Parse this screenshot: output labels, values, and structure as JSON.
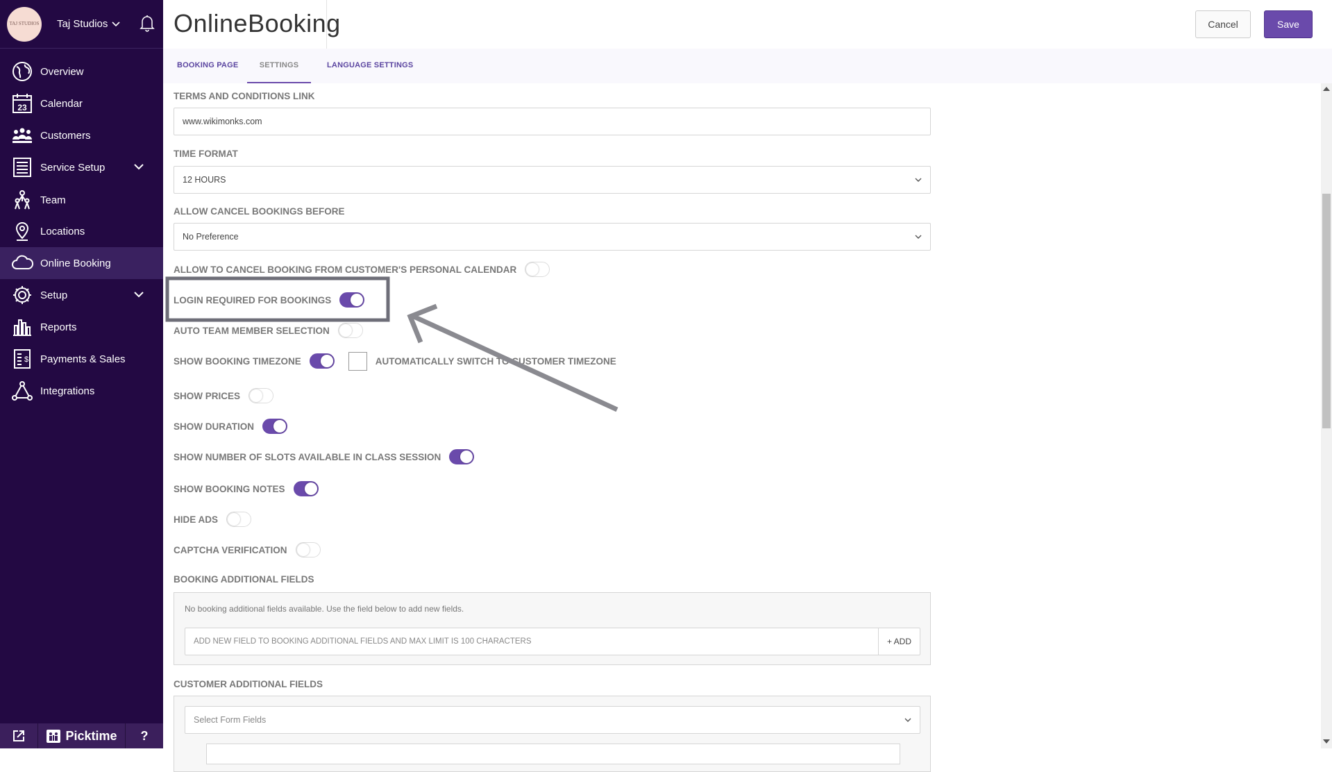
{
  "sidebar": {
    "studio_name": "Taj Studios",
    "logo_text": "TAJ STUDIOS",
    "items": [
      {
        "label": "Overview",
        "icon": "globe-icon"
      },
      {
        "label": "Calendar",
        "icon": "calendar-icon",
        "icon_text": "23"
      },
      {
        "label": "Customers",
        "icon": "customers-icon"
      },
      {
        "label": "Service Setup",
        "icon": "list-icon",
        "expandable": true
      },
      {
        "label": "Team",
        "icon": "team-icon"
      },
      {
        "label": "Locations",
        "icon": "location-pin-icon"
      },
      {
        "label": "Online Booking",
        "icon": "cloud-icon",
        "active": true
      },
      {
        "label": "Setup",
        "icon": "gear-icon",
        "expandable": true
      },
      {
        "label": "Reports",
        "icon": "bar-chart-icon"
      },
      {
        "label": "Payments & Sales",
        "icon": "receipt-icon"
      },
      {
        "label": "Integrations",
        "icon": "integrations-icon"
      }
    ],
    "bottom": {
      "brand": "Picktime",
      "help": "?"
    }
  },
  "header": {
    "title": "OnlineBooking",
    "cancel_label": "Cancel",
    "save_label": "Save"
  },
  "tabs": [
    {
      "label": "BOOKING PAGE"
    },
    {
      "label": "SETTINGS",
      "active": true
    },
    {
      "label": "LANGUAGE SETTINGS"
    }
  ],
  "form": {
    "terms_label": "TERMS AND CONDITIONS LINK",
    "terms_value": "www.wikimonks.com",
    "time_format_label": "TIME FORMAT",
    "time_format_value": "12 HOURS",
    "cancel_before_label": "ALLOW CANCEL BOOKINGS BEFORE",
    "cancel_before_value": "No Preference",
    "toggles": [
      {
        "label": "ALLOW TO CANCEL BOOKING FROM CUSTOMER'S PERSONAL CALENDAR",
        "on": false
      },
      {
        "label": "LOGIN REQUIRED FOR BOOKINGS",
        "on": true
      },
      {
        "label": "AUTO TEAM MEMBER SELECTION",
        "on": false
      },
      {
        "label": "SHOW BOOKING TIMEZONE",
        "on": true,
        "checkbox_label": "AUTOMATICALLY SWITCH TO CUSTOMER TIMEZONE",
        "checked": false
      },
      {
        "label": "SHOW PRICES",
        "on": false
      },
      {
        "label": "SHOW DURATION",
        "on": true
      },
      {
        "label": "SHOW NUMBER OF SLOTS AVAILABLE IN CLASS SESSION",
        "on": true
      },
      {
        "label": "SHOW BOOKING NOTES",
        "on": true
      },
      {
        "label": "HIDE ADS",
        "on": false
      },
      {
        "label": "CAPTCHA VERIFICATION",
        "on": false
      }
    ],
    "booking_fields_label": "BOOKING ADDITIONAL FIELDS",
    "booking_fields_empty": "No booking additional fields available. Use the field below to add new fields.",
    "booking_fields_placeholder": "ADD NEW FIELD TO BOOKING ADDITIONAL FIELDS AND MAX LIMIT IS 100 CHARACTERS",
    "add_label": "+ ADD",
    "customer_fields_label": "CUSTOMER ADDITIONAL FIELDS",
    "customer_fields_placeholder": "Select Form Fields"
  },
  "colors": {
    "sidebar": "#230943",
    "accent": "#6a4aab",
    "annotation": "#7a7a82"
  }
}
